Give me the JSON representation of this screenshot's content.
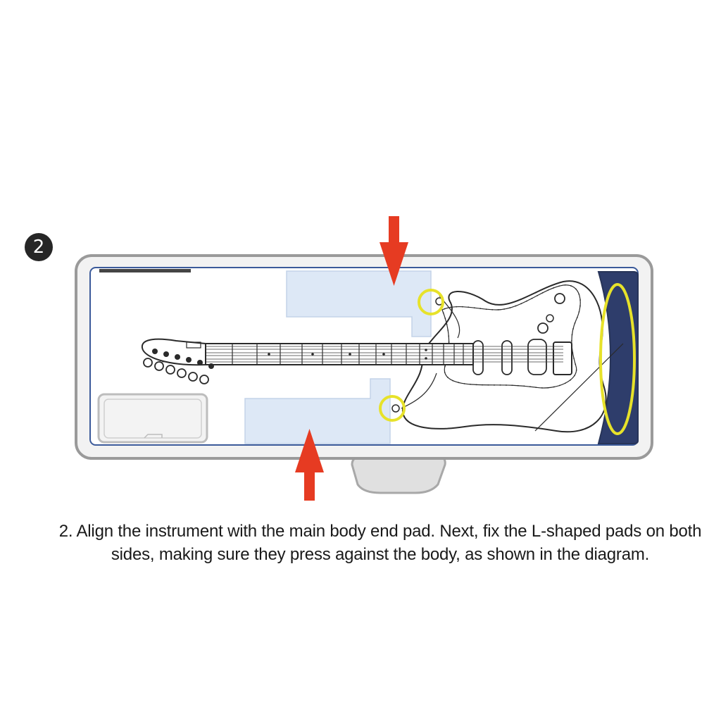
{
  "step": {
    "number": "2"
  },
  "instruction": {
    "text": "2. Align the instrument with the main body end pad. Next, fix the L-shaped pads on both sides, making sure they press against the body, as shown in the diagram."
  },
  "icons": {
    "down_arrow": "red-down-arrow-icon",
    "up_arrow": "red-up-arrow-icon",
    "highlight": "yellow-circle-highlight"
  },
  "colors": {
    "case_outline": "#9a9a9a",
    "case_fill": "#f2f2f2",
    "lining_outline": "#3b5a9a",
    "pad_fill": "#dde8f6",
    "end_pad": "#2e3d6b",
    "arrow": "#e63b22",
    "highlight": "#e7e22a",
    "guitar_line": "#2a2a2a"
  }
}
